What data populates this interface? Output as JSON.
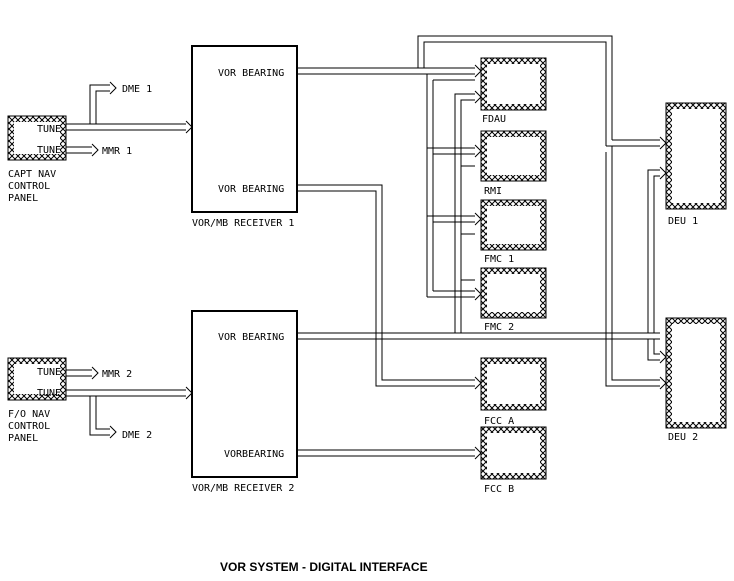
{
  "title": "VOR SYSTEM - DIGITAL INTERFACE",
  "capt_panel": {
    "tune_1": "TUNE",
    "tune_2": "TUNE",
    "name_1": "CAPT NAV",
    "name_2": "CONTROL",
    "name_3": "PANEL"
  },
  "fo_panel": {
    "tune_1": "TUNE",
    "tune_2": "TUNE",
    "name_1": "F/O NAV",
    "name_2": "CONTROL",
    "name_3": "PANEL"
  },
  "outputs": {
    "dme_1": "DME 1",
    "mmr_1": "MMR 1",
    "mmr_2": "MMR 2",
    "dme_2": "DME 2"
  },
  "receiver_1": {
    "name": "VOR/MB RECEIVER 1",
    "port_top": "VOR BEARING",
    "port_bottom": "VOR BEARING"
  },
  "receiver_2": {
    "name": "VOR/MB RECEIVER 2",
    "port_top": "VOR BEARING",
    "port_bottom": "VORBEARING"
  },
  "units": {
    "fdau": "FDAU",
    "rmi": "RMI",
    "fmc_1": "FMC 1",
    "fmc_2": "FMC 2",
    "fcc_a": "FCC A",
    "fcc_b": "FCC B",
    "deu_1": "DEU 1",
    "deu_2": "DEU 2"
  }
}
